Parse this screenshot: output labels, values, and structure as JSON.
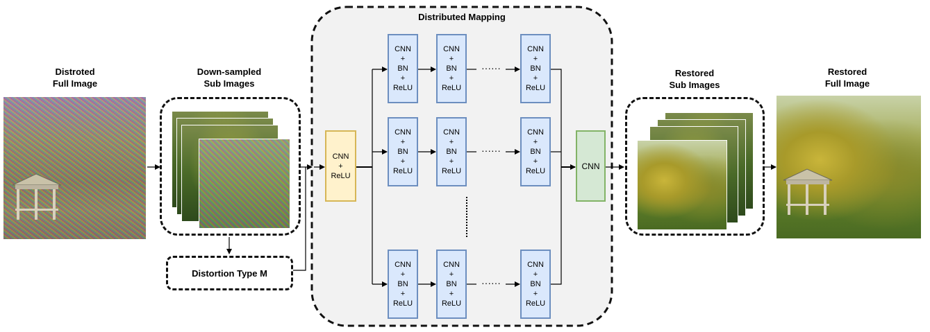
{
  "labels": {
    "distorted_full_image": [
      "Distroted",
      "Full Image"
    ],
    "downsampled_sub_images": [
      "Down-sampled",
      "Sub Images"
    ],
    "distributed_mapping": "Distributed Mapping",
    "restored_sub_images": [
      "Restored",
      "Sub Images"
    ],
    "restored_full_image": [
      "Restored",
      "Full Image"
    ],
    "distortion_type": "Distortion Type M"
  },
  "blocks": {
    "entry": [
      "CNN",
      "+",
      "ReLU"
    ],
    "stage": [
      "CNN",
      "+",
      "BN",
      "+",
      "ReLU"
    ],
    "final": "CNN"
  },
  "ellipsis_h": "······",
  "ellipsis_v": "⋮",
  "colors": {
    "blue_fill": "#dae8fc",
    "blue_stroke": "#6c8ebf",
    "yellow_fill": "#fff2cc",
    "yellow_stroke": "#d6b656",
    "green_fill": "#d5e8d4",
    "green_stroke": "#82b366",
    "panel_fill": "#f2f2f2"
  }
}
